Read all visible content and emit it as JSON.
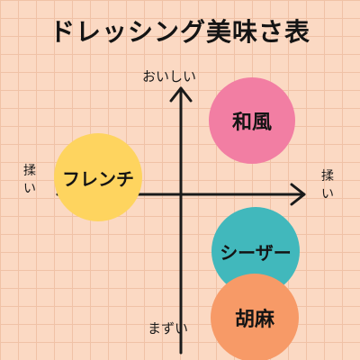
{
  "title": "ドレッシング美味さ表",
  "axis": {
    "top": "おいしい",
    "bottom": "まずい",
    "left": "揉い",
    "right": "揉い"
  },
  "items": [
    {
      "label": "和風",
      "color": "#f27ea3"
    },
    {
      "label": "フレンチ",
      "color": "#fed45f"
    },
    {
      "label": "シーザー",
      "color": "#41b8bc"
    },
    {
      "label": "胡麻",
      "color": "#f79a67"
    }
  ],
  "colors": {
    "background": "#fbd9c3",
    "grid": "#f0c2a6",
    "axis": "#1a1a1a"
  }
}
